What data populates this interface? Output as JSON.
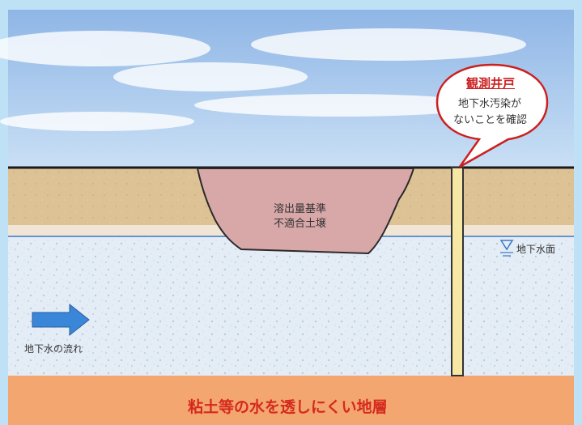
{
  "contaminated_soil": {
    "line1": "溶出量基準",
    "line2": "不適合土壌"
  },
  "observation_well": {
    "title": "観測井戸",
    "line1": "地下水汚染が",
    "line2": "ないことを確認"
  },
  "water_table": {
    "label": "地下水面"
  },
  "groundwater_flow": {
    "label": "地下水の流れ"
  },
  "clay_layer": {
    "label": "粘土等の水を透しにくい地層"
  },
  "colors": {
    "frame": "#bfe1f5",
    "sky": "#a9c8ec",
    "topsoil": "#dcc294",
    "subsoil": "#f1e6d6",
    "aquifer": "#e4edf6",
    "clay": "#f4a670",
    "contaminated_soil": "#d8a7a8",
    "well": "#f6e7a4",
    "water_line": "#3a78c2",
    "arrow": "#3a86d8",
    "accent_red": "#cc1f1f"
  }
}
